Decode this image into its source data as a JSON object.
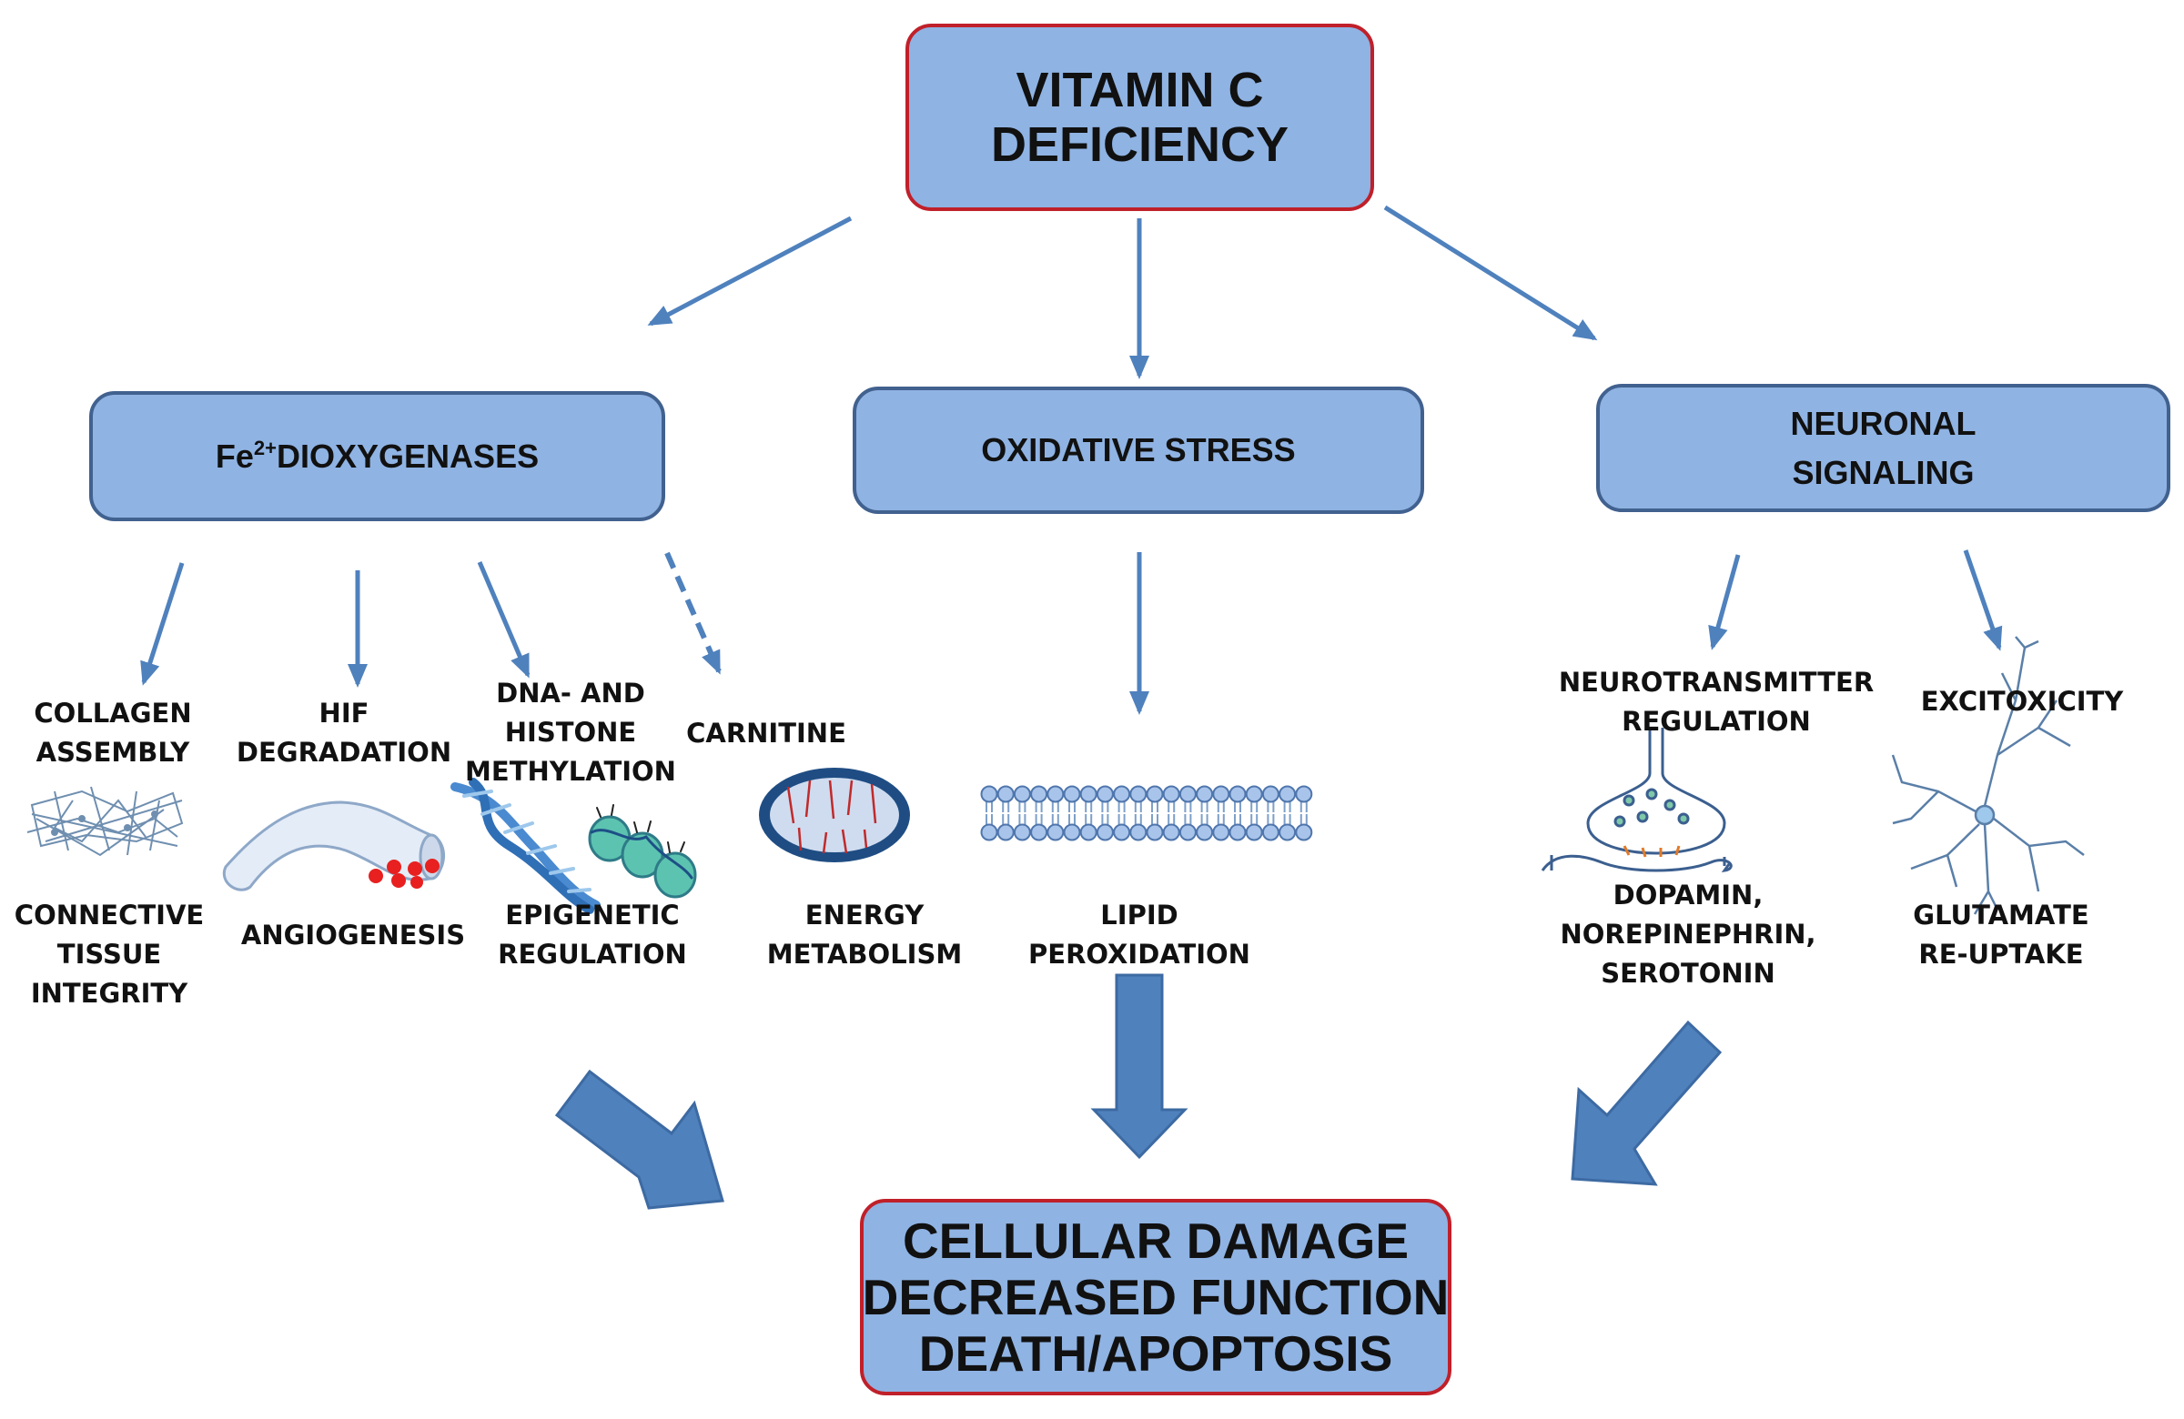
{
  "title_box": {
    "lines": [
      "VITAMIN C",
      "DEFICIENCY"
    ]
  },
  "outcome_box": {
    "lines": [
      "CELLULAR DAMAGE",
      "DECREASED FUNCTION",
      "DEATH/APOPTOSIS"
    ]
  },
  "pathways": {
    "dioxygenases": {
      "prefix": "Fe",
      "superscript": "2+",
      "label": "DIOXYGENASES"
    },
    "oxidative_stress": {
      "lines": [
        "OXIDATIVE STRESS"
      ]
    },
    "neuronal_signaling": {
      "lines": [
        "NEURONAL",
        "SIGNALING"
      ]
    }
  },
  "targets": {
    "collagen": {
      "top": [
        "COLLAGEN",
        "ASSEMBLY"
      ],
      "bottom": [
        "CONNECTIVE",
        "TISSUE",
        "INTEGRITY"
      ]
    },
    "hif": {
      "top": [
        "HIF",
        "DEGRADATION"
      ],
      "bottom": [
        "ANGIOGENESIS"
      ]
    },
    "methylation": {
      "top": [
        "DNA- AND",
        "HISTONE",
        "METHYLATION"
      ],
      "bottom": [
        "EPIGENETIC",
        "REGULATION"
      ]
    },
    "carnitine": {
      "top": [
        "CARNITINE"
      ],
      "bottom": [
        "ENERGY",
        "METABOLISM"
      ]
    },
    "lipid": {
      "bottom": [
        "LIPID",
        "PEROXIDATION"
      ]
    },
    "neurotransmitter": {
      "top": [
        "NEUROTRANSMITTER",
        "REGULATION"
      ],
      "bottom": [
        "DOPAMIN,",
        "NOREPINEPHRIN,",
        "SEROTONIN"
      ]
    },
    "excitotoxicity": {
      "top": [
        "EXCITOXICITY"
      ],
      "bottom": [
        "GLUTAMATE",
        "RE-UPTAKE"
      ]
    }
  },
  "colors": {
    "box_fill": "#8fb3e3",
    "main_border": "#c0202a",
    "pathway_border": "#41618f",
    "arrow": "#4f81bd",
    "text": "#111111"
  }
}
